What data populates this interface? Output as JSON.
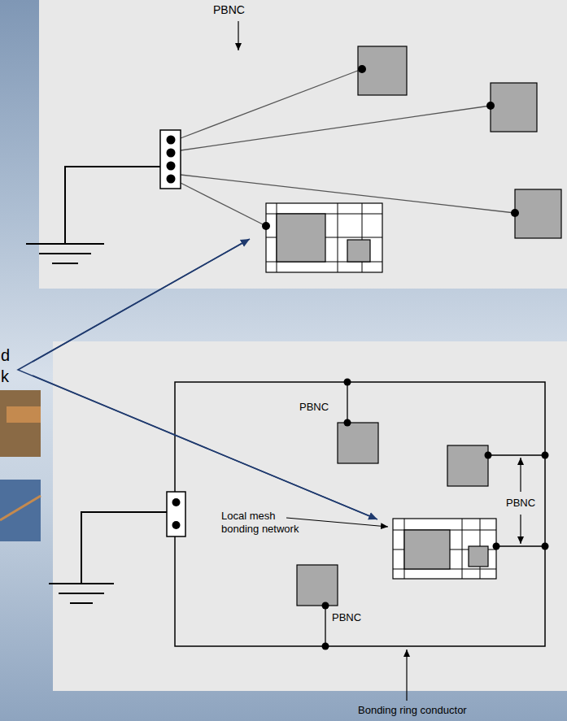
{
  "diagram": {
    "labels": [
      "PBNC",
      "d",
      "k",
      "PBNC",
      "Local mesh bonding network",
      "PBNC",
      "PBNC",
      "Bonding ring conductor"
    ]
  }
}
